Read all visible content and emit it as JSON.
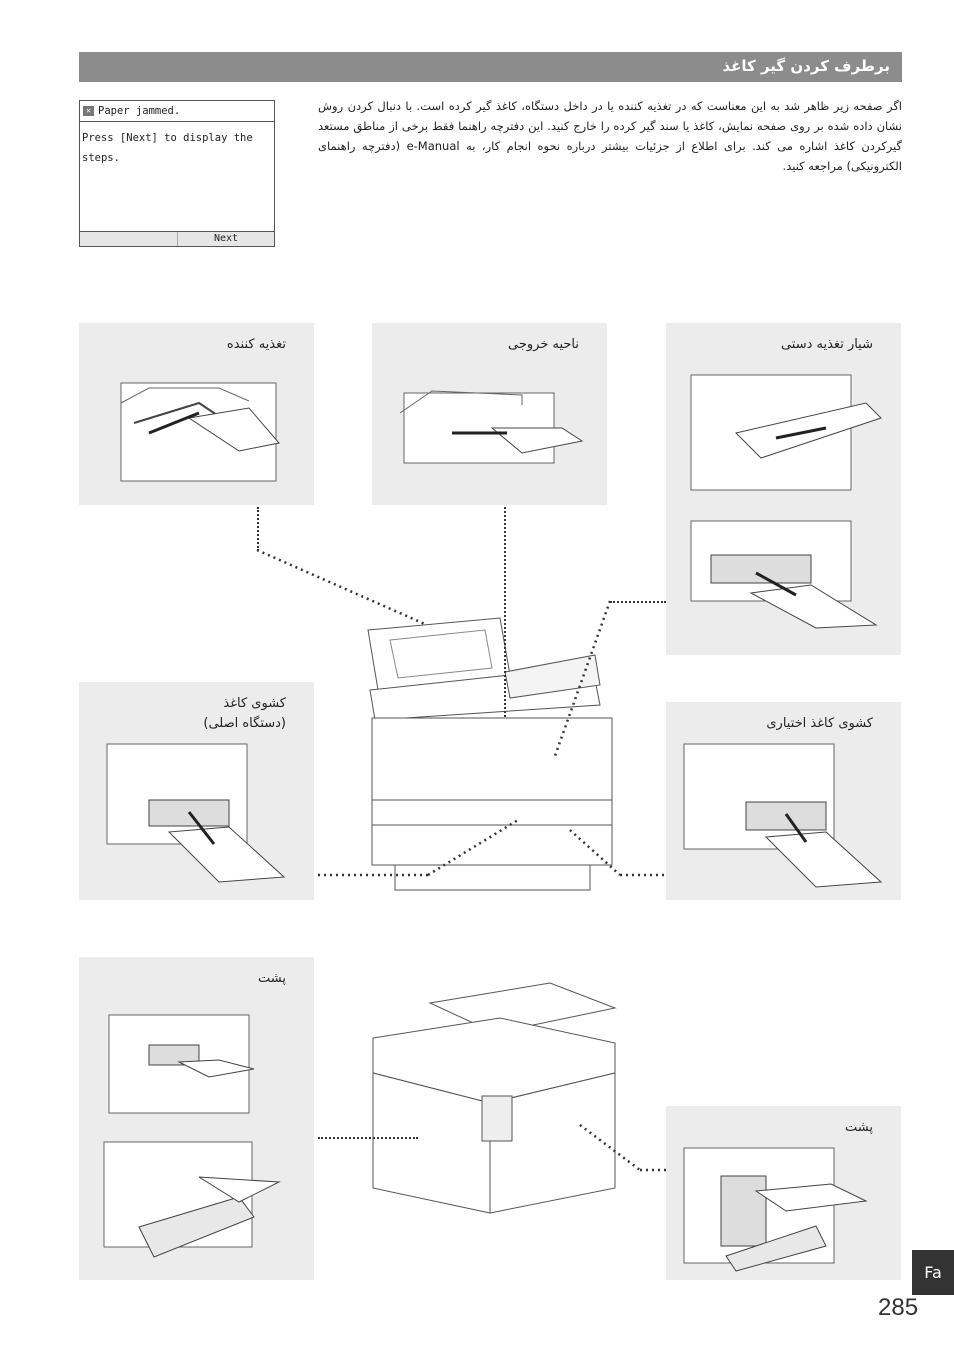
{
  "header": {
    "title": "برطرف کردن گیر کاغذ"
  },
  "lcd": {
    "title": "Paper jammed.",
    "line1": "Press [Next] to display the",
    "line2": "steps.",
    "next_label": "Next"
  },
  "intro_text": "اگر صفحه زیر ظاهر شد به این معناست که در تغذیه کننده یا در داخل دستگاه، کاغذ گیر کرده است. با دنبال کردن روش نشان داده شده بر روی صفحه نمایش، کاغذ یا سند گیر کرده را خارج کنید. این دفترچه راهنما فقط برخی از مناطق مستعد گیرکردن کاغذ اشاره می کند. برای اطلاع از جزئیات بیشتر درباره نحوه انجام کار، به e-Manual (دفترچه راهنمای الکترونیکی) مراجعه کنید.",
  "panels": {
    "feeder": "تغذیه کننده",
    "output": "ناحیه خروجی",
    "manual": "شیار تغذیه دستی",
    "drawer1_line1": "کشوی کاغذ",
    "drawer1_line2": "(دستگاه اصلی)",
    "optional": "کشوی کاغذ اختیاری",
    "back_left": "پشت",
    "back_right": "پشت"
  },
  "lang_tab": "Fa",
  "page_number": "285"
}
